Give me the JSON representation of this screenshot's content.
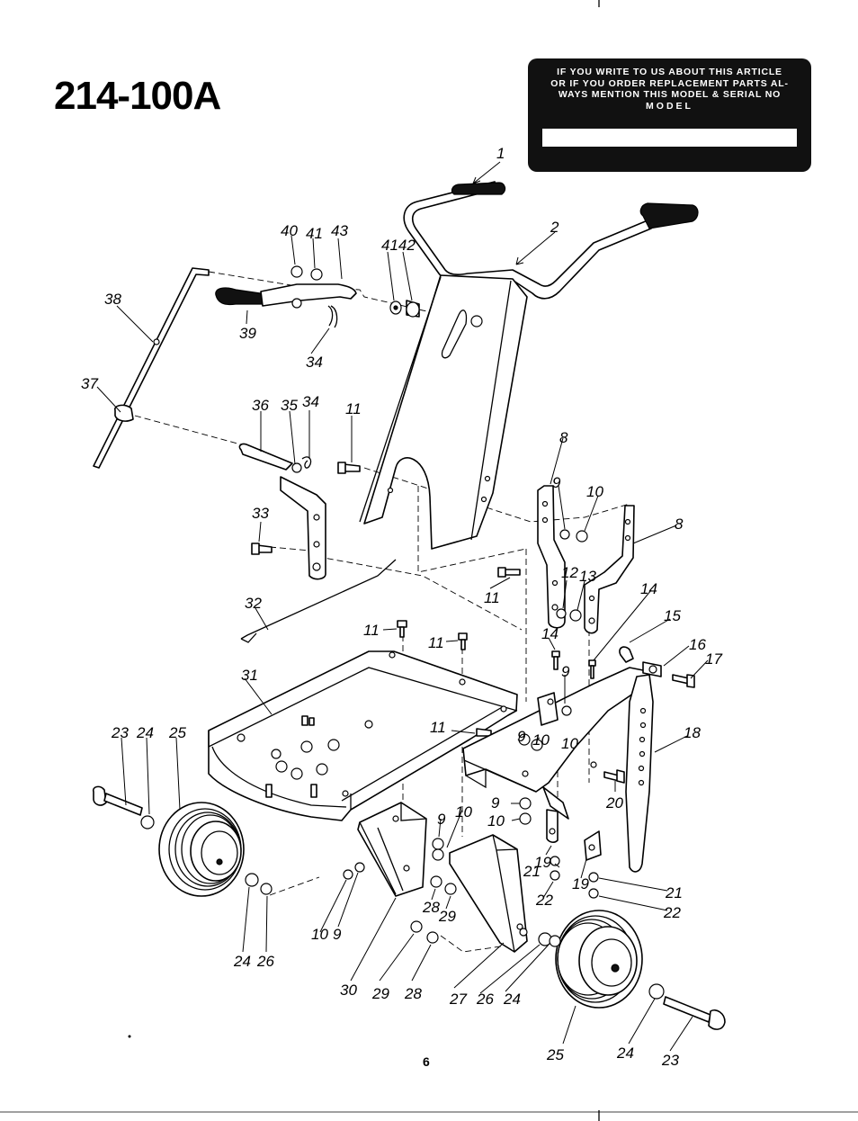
{
  "model_title": "214-100A",
  "notice": {
    "line1": "IF YOU WRITE TO US ABOUT THIS ARTICLE",
    "line2": "OR IF YOU ORDER REPLACEMENT PARTS AL-",
    "line3": "WAYS MENTION THIS MODEL & SERIAL NO",
    "line4": "MODEL",
    "model_field_value": ""
  },
  "page_number": "6",
  "callouts": [
    {
      "id": "c1",
      "text": "1"
    },
    {
      "id": "c2",
      "text": "2"
    },
    {
      "id": "c40",
      "text": "40"
    },
    {
      "id": "c41a",
      "text": "41"
    },
    {
      "id": "c43",
      "text": "43"
    },
    {
      "id": "c4142",
      "text": "4142"
    },
    {
      "id": "c38",
      "text": "38"
    },
    {
      "id": "c39",
      "text": "39"
    },
    {
      "id": "c34a",
      "text": "34"
    },
    {
      "id": "c37",
      "text": "37"
    },
    {
      "id": "c36",
      "text": "36"
    },
    {
      "id": "c35",
      "text": "35"
    },
    {
      "id": "c34b",
      "text": "34"
    },
    {
      "id": "c11a",
      "text": "11"
    },
    {
      "id": "c8a",
      "text": "8"
    },
    {
      "id": "c9a",
      "text": "9"
    },
    {
      "id": "c10a",
      "text": "10"
    },
    {
      "id": "c8b",
      "text": "8"
    },
    {
      "id": "c33",
      "text": "33"
    },
    {
      "id": "c11b",
      "text": "11"
    },
    {
      "id": "c12",
      "text": "12"
    },
    {
      "id": "c13",
      "text": "13"
    },
    {
      "id": "c14a",
      "text": "14"
    },
    {
      "id": "c15",
      "text": "15"
    },
    {
      "id": "c32",
      "text": "32"
    },
    {
      "id": "c11c",
      "text": "11"
    },
    {
      "id": "c11d",
      "text": "11"
    },
    {
      "id": "c14b",
      "text": "14"
    },
    {
      "id": "c16",
      "text": "16"
    },
    {
      "id": "c17",
      "text": "17"
    },
    {
      "id": "c31",
      "text": "31"
    },
    {
      "id": "c9b",
      "text": "9"
    },
    {
      "id": "c11e",
      "text": "11"
    },
    {
      "id": "c23a",
      "text": "23"
    },
    {
      "id": "c24a",
      "text": "24"
    },
    {
      "id": "c25a",
      "text": "25"
    },
    {
      "id": "c9c",
      "text": "9"
    },
    {
      "id": "c10b",
      "text": "10"
    },
    {
      "id": "c10c",
      "text": "10"
    },
    {
      "id": "c18",
      "text": "18"
    },
    {
      "id": "c20",
      "text": "20"
    },
    {
      "id": "c9d",
      "text": "9"
    },
    {
      "id": "c10d",
      "text": "10"
    },
    {
      "id": "c9e",
      "text": "9"
    },
    {
      "id": "c10e",
      "text": "10"
    },
    {
      "id": "c19a",
      "text": "19"
    },
    {
      "id": "c21a",
      "text": "21"
    },
    {
      "id": "c22a",
      "text": "22"
    },
    {
      "id": "c19b",
      "text": "19"
    },
    {
      "id": "c21b",
      "text": "21"
    },
    {
      "id": "c22b",
      "text": "22"
    },
    {
      "id": "c28a",
      "text": "28"
    },
    {
      "id": "c29a",
      "text": "29"
    },
    {
      "id": "c10f",
      "text": "10"
    },
    {
      "id": "c9f",
      "text": "9"
    },
    {
      "id": "c24b",
      "text": "24"
    },
    {
      "id": "c26a",
      "text": "26"
    },
    {
      "id": "c30",
      "text": "30"
    },
    {
      "id": "c29b",
      "text": "29"
    },
    {
      "id": "c28b",
      "text": "28"
    },
    {
      "id": "c27",
      "text": "27"
    },
    {
      "id": "c26b",
      "text": "26"
    },
    {
      "id": "c24c",
      "text": "24"
    },
    {
      "id": "c25b",
      "text": "25"
    },
    {
      "id": "c24d",
      "text": "24"
    },
    {
      "id": "c23b",
      "text": "23"
    }
  ]
}
